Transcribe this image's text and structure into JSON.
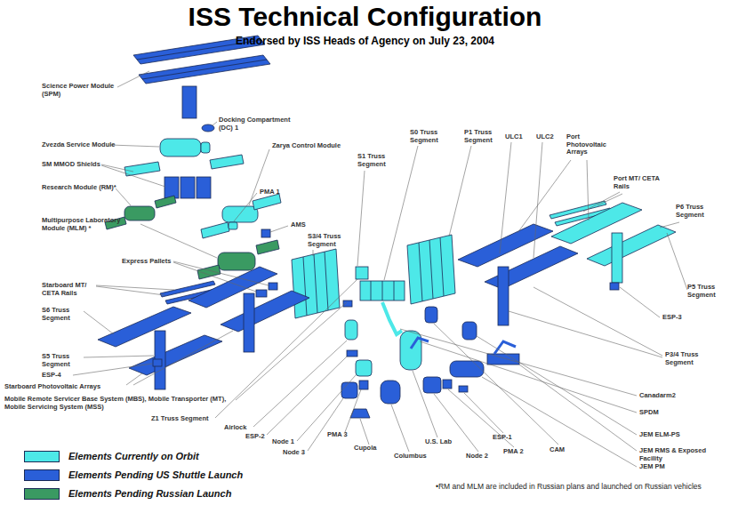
{
  "diagram": {
    "title": "ISS Technical Configuration",
    "labels": [
      "Endorsed by ISS Heads of Agency on July 23, 2004",
      "Science Power Module (SPM)",
      "Docking Compartment (DC) 1",
      "Zvezda Service Module",
      "Zarya Control Module",
      "SM MMOD Shields",
      "PMA 1",
      "AMS",
      "Research Module (RM)*",
      "S3/4 Truss Segment",
      "S1 Truss Segment",
      "S0 Truss Segment",
      "P1 Truss Segment",
      "ULC1",
      "ULC2",
      "Port Photovoltaic Arrays",
      "Port MT/ CETA Rails",
      "P6 Truss Segment",
      "Multipurpose Laboratory Module (MLM) *",
      "Express Pallets",
      "Starboard MT/ CETA Rails",
      "S6 Truss Segment",
      "P5 Truss Segment",
      "ESP-3",
      "P3/4 Truss Segment",
      "S5 Truss Segment",
      "ESP-4",
      "Starboard Photovoltaic Arrays",
      "Canadarm2",
      "SPDM",
      "Mobile Remote Servicer Base System (MBS), Mobile Transporter (MT), Mobile Servicing System (MSS)",
      "JEM ELM-PS",
      "Z1 Truss Segment",
      "Airlock",
      "JEM RMS & Exposed Facility",
      "ESP-2",
      "Node 1",
      "Node 3",
      "PMA 3",
      "Cupola",
      "Columbus",
      "U.S. Lab",
      "Node 2",
      "ESP-1",
      "PMA 2",
      "CAM",
      "JEM PM",
      "•RM and MLM are included in Russian plans and launched on Russian vehicles"
    ],
    "legend": [
      {
        "text": "Elements Currently on Orbit",
        "color": "#4de8e8"
      },
      {
        "text": "Elements Pending US Shuttle Launch",
        "color": "#2a5fd8"
      },
      {
        "text": "Elements Pending Russian Launch",
        "color": "#3a9a62"
      }
    ]
  }
}
